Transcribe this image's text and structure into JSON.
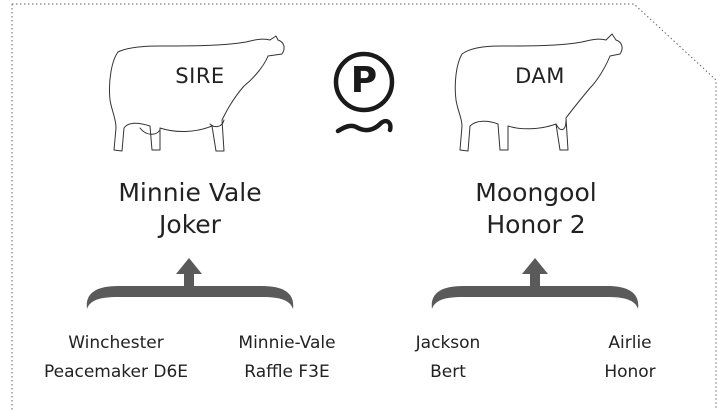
{
  "pedigree": {
    "sire": {
      "tag": "SIRE",
      "name_line1": "Minnie Vale",
      "name_line2": "Joker",
      "parents": [
        {
          "line1": "Winchester",
          "line2": "Peacemaker D6E"
        },
        {
          "line1": "Minnie-Vale",
          "line2": "Raffle F3E"
        }
      ]
    },
    "dam": {
      "tag": "DAM",
      "name_line1": "Moongool",
      "name_line2": "Honor 2",
      "parents": [
        {
          "line1": "Jackson",
          "line2": "Bert"
        },
        {
          "line1": "Airlie",
          "line2": "Honor"
        }
      ]
    },
    "logo_letter": "P"
  },
  "icons": {
    "sire_animal": "bull-outline-icon",
    "dam_animal": "cow-outline-icon",
    "logo": "circled-p-brand-icon",
    "connector": "curly-brace-arrow-icon"
  },
  "colors": {
    "outline": "#333333",
    "border": "#666666",
    "brace": "#5a5a5a",
    "text": "#222222"
  }
}
